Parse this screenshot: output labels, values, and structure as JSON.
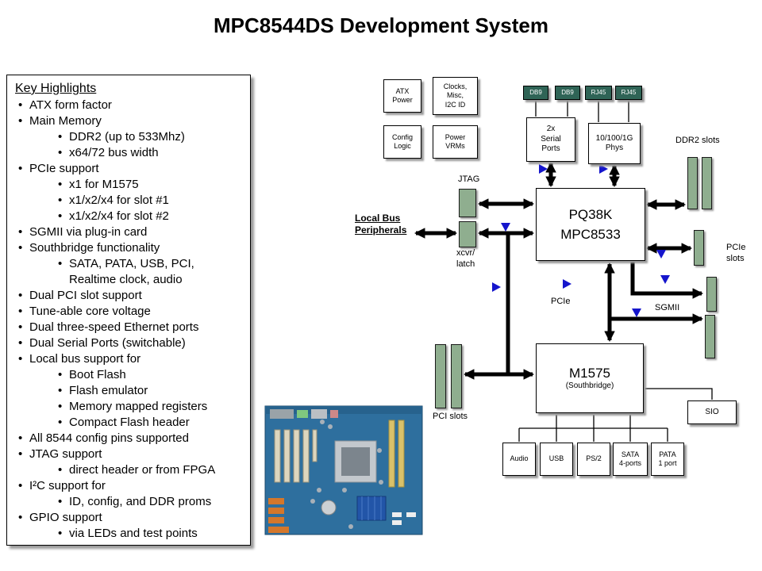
{
  "title": "MPC8544DS Development System",
  "highlights": {
    "heading": "Key Highlights",
    "items": [
      {
        "level": 1,
        "text": "ATX form factor"
      },
      {
        "level": 1,
        "text": "Main Memory"
      },
      {
        "level": 2,
        "text": "DDR2 (up to 533Mhz)"
      },
      {
        "level": 2,
        "text": "x64/72 bus width"
      },
      {
        "level": 1,
        "text": "PCIe support"
      },
      {
        "level": 2,
        "text": "x1 for M1575"
      },
      {
        "level": 2,
        "text": "x1/x2/x4 for slot #1"
      },
      {
        "level": 2,
        "text": "x1/x2/x4 for slot #2"
      },
      {
        "level": 1,
        "text": "SGMII via plug-in card"
      },
      {
        "level": 1,
        "text": "Southbridge functionality"
      },
      {
        "level": 2,
        "text": "SATA, PATA, USB, PCI,\nRealtime clock, audio"
      },
      {
        "level": 1,
        "text": "Dual PCI slot support"
      },
      {
        "level": 1,
        "text": "Tune-able core voltage"
      },
      {
        "level": 1,
        "text": "Dual three-speed Ethernet ports"
      },
      {
        "level": 1,
        "text": "Dual Serial Ports (switchable)"
      },
      {
        "level": 1,
        "text": "Local bus support for"
      },
      {
        "level": 2,
        "text": "Boot Flash"
      },
      {
        "level": 2,
        "text": "Flash emulator"
      },
      {
        "level": 2,
        "text": "Memory mapped registers"
      },
      {
        "level": 2,
        "text": "Compact Flash header"
      },
      {
        "level": 1,
        "text": "All 8544 config pins supported"
      },
      {
        "level": 1,
        "text": "JTAG support"
      },
      {
        "level": 2,
        "text": "direct header or from FPGA"
      },
      {
        "level": 1,
        "text": "I²C support for"
      },
      {
        "level": 2,
        "text": "ID, config, and DDR proms"
      },
      {
        "level": 1,
        "text": "GPIO support"
      },
      {
        "level": 2,
        "text": "via LEDs and test points"
      }
    ]
  },
  "diagram": {
    "boxes": {
      "atx_power": "ATX\nPower",
      "clocks": "Clocks,\nMisc,\nI2C ID",
      "config_logic": "Config\nLogic",
      "power_vrms": "Power\nVRMs",
      "db9_1": "DB9",
      "db9_2": "DB9",
      "rj45_1": "RJ45",
      "rj45_2": "RJ45",
      "serial_ports": "2x\nSerial\nPorts",
      "phys": "10/100/1G\nPhys",
      "pq38k": "PQ38K\nMPC8533",
      "m1575_name": "M1575",
      "m1575_sub": "(Southbridge)",
      "sio": "SIO",
      "audio": "Audio",
      "usb": "USB",
      "ps2": "PS/2",
      "sata": "SATA\n4-ports",
      "pata": "PATA\n1 port"
    },
    "labels": {
      "jtag": "JTAG",
      "local_bus": "Local Bus\nPeripherals",
      "xcvr_latch": "xcvr/\nlatch",
      "ddr2_slots": "DDR2 slots",
      "pcie_slots": "PCIe\nslots",
      "pcie": "PCIe",
      "sgmii": "SGMII",
      "pci_slots": "PCI slots"
    }
  },
  "icons": {
    "bullet": "•",
    "flow_arrow": "blue right/down triangle"
  },
  "colors": {
    "slot_green": "#8fae8f",
    "connector_dark": "#2f6456",
    "flow_arrow_blue": "#1515cc",
    "box_shadow": "#999999"
  }
}
